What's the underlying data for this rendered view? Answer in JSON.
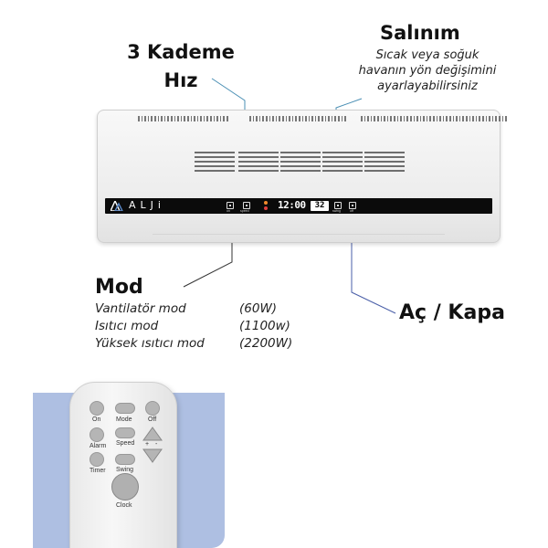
{
  "callouts": {
    "speed": {
      "title_line1": "3 Kademe",
      "title_line2": "Hız"
    },
    "swing": {
      "title": "Salınım",
      "desc_line1": "Sıcak veya soğuk",
      "desc_line2": "havanın yön değişimini",
      "desc_line3": "ayarlayabilirsiniz"
    },
    "mode": {
      "title": "Mod",
      "rows": [
        {
          "name": "Vantilatör mod",
          "power": "(60W)"
        },
        {
          "name": "Isıtıcı mod",
          "power": "(1100w)"
        },
        {
          "name": "Yüksek ısıtıcı mod",
          "power": "(2200W)"
        }
      ]
    },
    "power": {
      "title": "Aç / Kapa"
    }
  },
  "unit": {
    "brand": "ALJi",
    "display_time": "12:00",
    "display_temp": "32",
    "controls": [
      {
        "label": "on"
      },
      {
        "label": "speed"
      },
      {
        "label": "swing"
      },
      {
        "label": "off"
      }
    ]
  },
  "remote": {
    "row1": [
      "On",
      "Mode",
      "Off"
    ],
    "row2": [
      "Alarm",
      "Speed"
    ],
    "row3": [
      "Timer",
      "Swing"
    ],
    "big_button": "Clock",
    "arrows": [
      "+",
      "-"
    ]
  },
  "colors": {
    "leader_line": "#4a8fb4",
    "leader_line_mode": "#333333",
    "leader_line_power": "#4a5fa8",
    "remote_bg": "#aebfe2"
  }
}
